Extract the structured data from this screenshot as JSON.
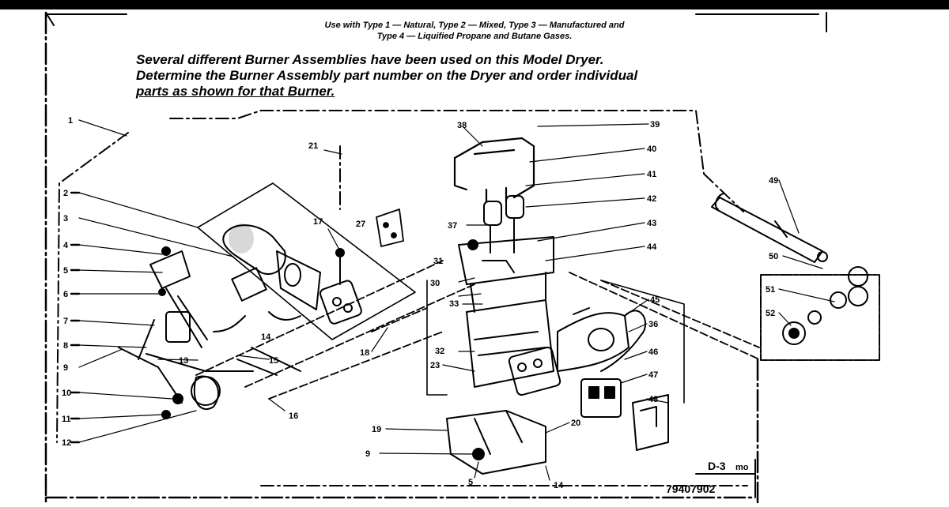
{
  "header_note": {
    "line1": "Use with Type 1 — Natural, Type 2 — Mixed, Type 3 — Manufactured and",
    "line2": "Type 4 — Liquified Propane and Butane Gases."
  },
  "burner_note": {
    "line1": "Several different Burner Assemblies have been used on this Model Dryer.",
    "line2": "Determine the Burner Assembly part number on the Dryer and order individual",
    "line3": "parts as shown for that Burner."
  },
  "callouts": [
    {
      "id": "c1",
      "label": "1"
    },
    {
      "id": "c2",
      "label": "2"
    },
    {
      "id": "c3",
      "label": "3"
    },
    {
      "id": "c4",
      "label": "4"
    },
    {
      "id": "c5",
      "label": "5"
    },
    {
      "id": "c6",
      "label": "6"
    },
    {
      "id": "c7",
      "label": "7"
    },
    {
      "id": "c8",
      "label": "8"
    },
    {
      "id": "c9",
      "label": "9"
    },
    {
      "id": "c10",
      "label": "10"
    },
    {
      "id": "c11",
      "label": "11"
    },
    {
      "id": "c12",
      "label": "12"
    },
    {
      "id": "c13",
      "label": "13"
    },
    {
      "id": "c14",
      "label": "14"
    },
    {
      "id": "c15",
      "label": "15"
    },
    {
      "id": "c16",
      "label": "16"
    },
    {
      "id": "c17",
      "label": "17"
    },
    {
      "id": "c18",
      "label": "18"
    },
    {
      "id": "c19",
      "label": "19"
    },
    {
      "id": "c9b",
      "label": "9"
    },
    {
      "id": "c5b",
      "label": "5"
    },
    {
      "id": "c14b",
      "label": "14"
    },
    {
      "id": "c21",
      "label": "21"
    },
    {
      "id": "c27",
      "label": "27"
    },
    {
      "id": "c31",
      "label": "31"
    },
    {
      "id": "c30",
      "label": "30"
    },
    {
      "id": "c33",
      "label": "33"
    },
    {
      "id": "c32",
      "label": "32"
    },
    {
      "id": "c23",
      "label": "23"
    },
    {
      "id": "c37",
      "label": "37"
    },
    {
      "id": "c38",
      "label": "38"
    },
    {
      "id": "c39",
      "label": "39"
    },
    {
      "id": "c40",
      "label": "40"
    },
    {
      "id": "c41",
      "label": "41"
    },
    {
      "id": "c42",
      "label": "42"
    },
    {
      "id": "c43",
      "label": "43"
    },
    {
      "id": "c44",
      "label": "44"
    },
    {
      "id": "c45",
      "label": "45"
    },
    {
      "id": "c36",
      "label": "36"
    },
    {
      "id": "c46",
      "label": "46"
    },
    {
      "id": "c47",
      "label": "47"
    },
    {
      "id": "c48",
      "label": "48"
    },
    {
      "id": "c20",
      "label": "20"
    },
    {
      "id": "c49",
      "label": "49"
    },
    {
      "id": "c50",
      "label": "50"
    },
    {
      "id": "c51",
      "label": "51"
    },
    {
      "id": "c52",
      "label": "52"
    }
  ],
  "diagram_code": "D-3",
  "diagram_code_suffix": "mo",
  "part_number": "79407902"
}
